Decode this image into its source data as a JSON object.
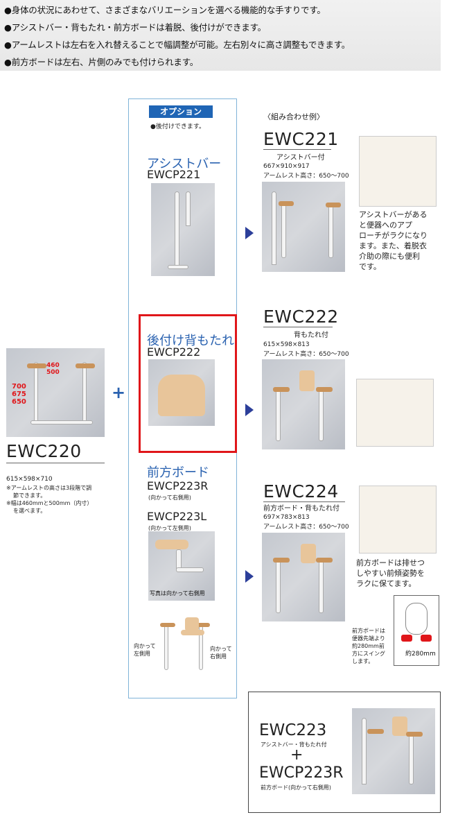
{
  "bullets": [
    "●身体の状況にあわせて、さまざまなバリエーションを選べる機能的な手すりです。",
    "●アシストバー・背もたれ・前方ボードは着脱、後付けができます。",
    "●アームレストは左右を入れ替えることで幅調整が可能。左右別々に高さ調整もできます。",
    "●前方ボードは左右、片側のみでも付けられます。"
  ],
  "base": {
    "model": "EWC220",
    "dims": "615×598×710",
    "notes": [
      "※アームレストの高さは3段階で調",
      "節できます。",
      "※幅は460mmと500mm（内寸）",
      "を選べます。"
    ],
    "photo_labels": {
      "w1": "460",
      "w2": "500",
      "h1": "700",
      "h2": "675",
      "h3": "650"
    },
    "plus": "+"
  },
  "options": {
    "badge": "オプション",
    "note": "●後付けできます。",
    "assist": {
      "title": "アシストバー",
      "model": "EWCP221"
    },
    "back": {
      "title": "後付け背もたれ",
      "model": "EWCP222"
    },
    "front": {
      "title": "前方ボード",
      "model_r": "EWCP223R",
      "model_r_note": "(向かって右側用)",
      "model_l": "EWCP223L",
      "model_l_note": "(向かって左側用)",
      "photo_caption": "写真は向かって右側用",
      "left_label": [
        "向かって",
        "左側用"
      ],
      "right_label": [
        "向かって",
        "右側用"
      ]
    }
  },
  "examples": {
    "heading": "〈組み合わせ例〉",
    "items": [
      {
        "model": "EWC221",
        "sub": "アシストバー付",
        "dims": "667×910×917",
        "armrest": "アームレスト高さ：650～700"
      },
      {
        "model": "EWC222",
        "sub": "背もたれ付",
        "dims": "615×598×813",
        "armrest": "アームレスト高さ：650～700"
      },
      {
        "model": "EWC224",
        "sub": "前方ボード・背もたれ付",
        "dims": "697×783×813",
        "armrest": "アームレスト高さ：650～700"
      }
    ],
    "desc1": [
      "アシストバーがある",
      "と便器へのアプ",
      "ローチがラクになり",
      "ます。また、着脱衣",
      "介助の際にも便利",
      "です。"
    ],
    "desc3": [
      "前方ボードは排せつ",
      "しやすい前傾姿勢を",
      "ラクに保てます。"
    ],
    "swing": [
      "前方ボードは",
      "便器先端より",
      "約280mm前",
      "方にスイング",
      "します。"
    ],
    "swing_dim": "約280mm"
  },
  "combo": {
    "model1": "EWC223",
    "sub1": "アシストバー・背もたれ付",
    "plus": "+",
    "model2": "EWCP223R",
    "sub2": "前方ボード(向かって右側用)"
  },
  "colors": {
    "accent": "#1f65b5",
    "title_blue": "#2a62b0",
    "highlight_red": "#e0161a",
    "arrow": "#2c3f9a"
  }
}
